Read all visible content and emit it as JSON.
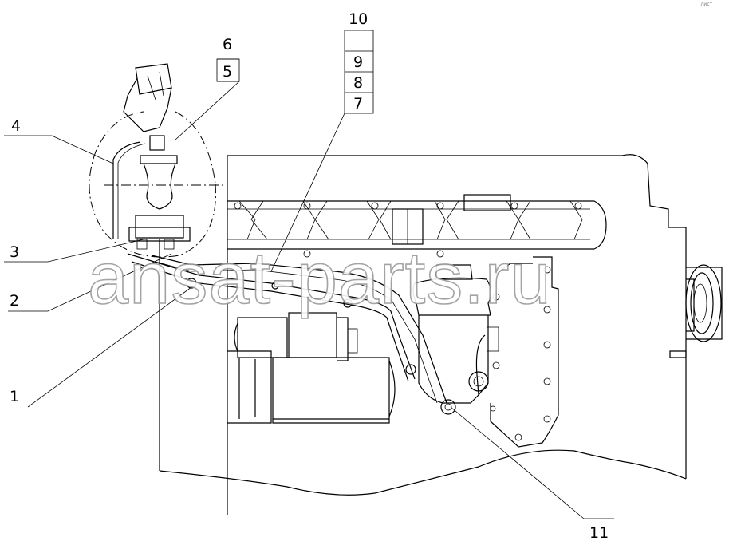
{
  "callouts": [
    {
      "id": "c1",
      "text": "1"
    },
    {
      "id": "c2",
      "text": "2"
    },
    {
      "id": "c3",
      "text": "3"
    },
    {
      "id": "c4",
      "text": "4"
    },
    {
      "id": "c5",
      "text": "5"
    },
    {
      "id": "c6",
      "text": "6"
    },
    {
      "id": "c7",
      "text": "7"
    },
    {
      "id": "c8",
      "text": "8"
    },
    {
      "id": "c9",
      "text": "9"
    },
    {
      "id": "c10",
      "text": "10"
    },
    {
      "id": "c11",
      "text": "11"
    }
  ],
  "watermark": "ansat-parts.ru",
  "corner_mark": "лист"
}
